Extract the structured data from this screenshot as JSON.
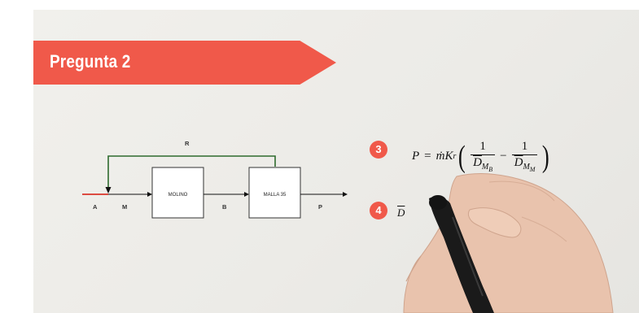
{
  "banner": {
    "title": "Pregunta 2"
  },
  "diagram": {
    "blocks": {
      "molino": "MOLINO",
      "malla": "MALLA 35"
    },
    "streams": {
      "a": "A",
      "m": "M",
      "b": "B",
      "p": "P",
      "r": "R"
    },
    "colors": {
      "feed": "#d9352a",
      "recycle": "#2e6b2e",
      "line": "#111111",
      "accent": "#f0594a"
    }
  },
  "equations": {
    "eq3": {
      "number": "3",
      "lhs": "P",
      "equals": "=",
      "mdot": "ṁ",
      "K": "K",
      "K_sub": "r",
      "minus": "−",
      "num1": "1",
      "num2": "1",
      "den_base": "D",
      "den1_sub": "M",
      "den1_subsub": "B",
      "den2_sub": "M",
      "den2_subsub": "M"
    },
    "eq4": {
      "number": "4",
      "partial": "D"
    }
  },
  "overlay": {
    "content": "hand-holding-marker"
  }
}
